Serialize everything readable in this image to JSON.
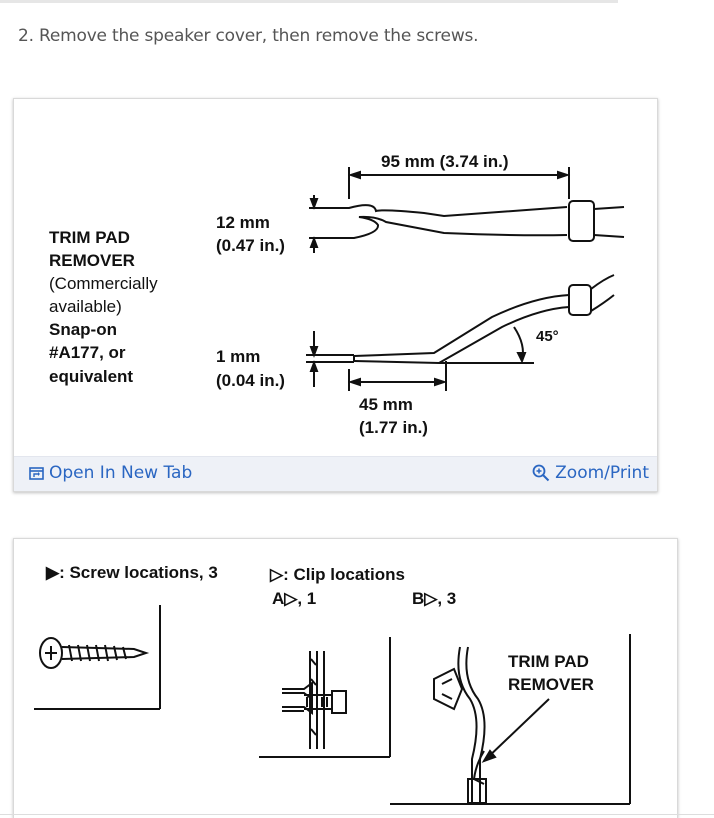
{
  "step_text": "2. Remove the speaker cover, then remove the screws.",
  "figure1": {
    "tool_name": [
      "TRIM PAD",
      "REMOVER"
    ],
    "tool_note": [
      "(Commercially",
      "available)"
    ],
    "part": [
      "Snap-on",
      "#A177, or",
      "equivalent"
    ],
    "dim_length": "95 mm (3.74 in.)",
    "dim_width": [
      "12 mm",
      "(0.47 in.)"
    ],
    "dim_tip": [
      "1 mm",
      "(0.04 in.)"
    ],
    "dim_bend": [
      "45 mm",
      "(1.77 in.)"
    ],
    "angle": "45°"
  },
  "toolbar": {
    "open_label": "Open In New Tab",
    "zoom_label": "Zoom/Print"
  },
  "figure2": {
    "screw_legend": "▶: Screw locations, 3",
    "clip_legend": "▷: Clip locations",
    "clip_a": "A▷, 1",
    "clip_b": "B▷, 3",
    "tool_label": [
      "TRIM PAD",
      "REMOVER"
    ]
  },
  "colors": {
    "link": "#2a66c2",
    "toolbar_bg": "#eef1f7"
  }
}
